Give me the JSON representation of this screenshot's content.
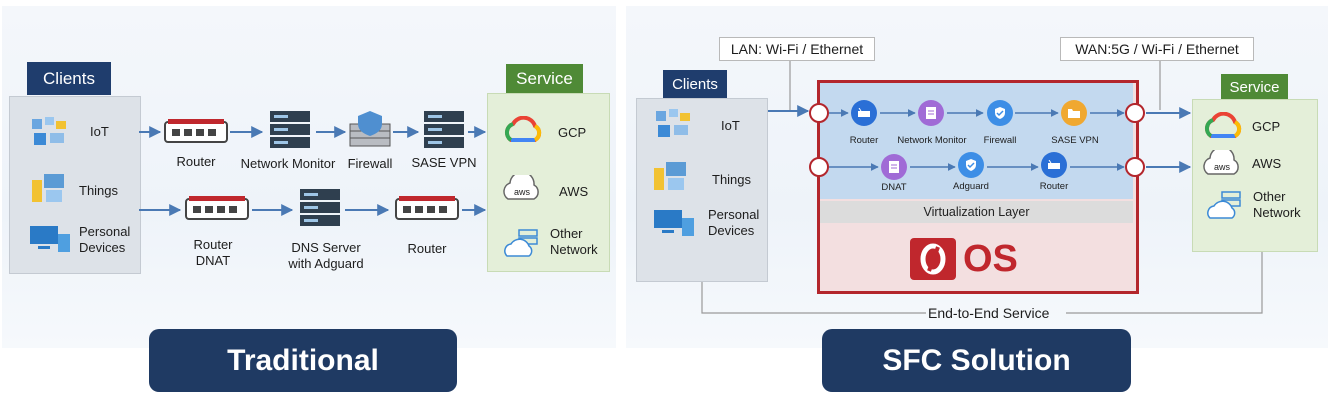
{
  "traditional": {
    "clients_header": "Clients",
    "service_header": "Service",
    "clients": [
      "IoT",
      "Things",
      "Personal\nDevices"
    ],
    "services": [
      "GCP",
      "AWS",
      "Other\nNetwork"
    ],
    "row1": [
      "Router",
      "Network Monitor",
      "Firewall",
      "SASE VPN"
    ],
    "row2": [
      "Router\nDNAT",
      "DNS Server\nwith Adguard",
      "Router"
    ],
    "title": "Traditional"
  },
  "sfc": {
    "clients_header": "Clients",
    "service_header": "Service",
    "lan_label": "LAN: Wi-Fi / Ethernet",
    "wan_label": "WAN:5G / Wi-Fi / Ethernet",
    "clients": [
      "IoT",
      "Things",
      "Personal\nDevices"
    ],
    "services": [
      "GCP",
      "AWS",
      "Other\nNetwork"
    ],
    "row1": [
      "Router",
      "Network Monitor",
      "Firewall",
      "SASE VPN"
    ],
    "row2": [
      "DNAT",
      "Adguard",
      "Router"
    ],
    "virtualization": "Virtualization Layer",
    "os_logo": "OS",
    "end_to_end": "End-to-End Service",
    "title": "SFC Solution"
  },
  "colors": {
    "header_blue": "#1f3d6d",
    "header_green": "#4f8a36",
    "title_bg": "#1f3a63",
    "os_red": "#c0272d",
    "flow_line": "#4a79b4"
  }
}
